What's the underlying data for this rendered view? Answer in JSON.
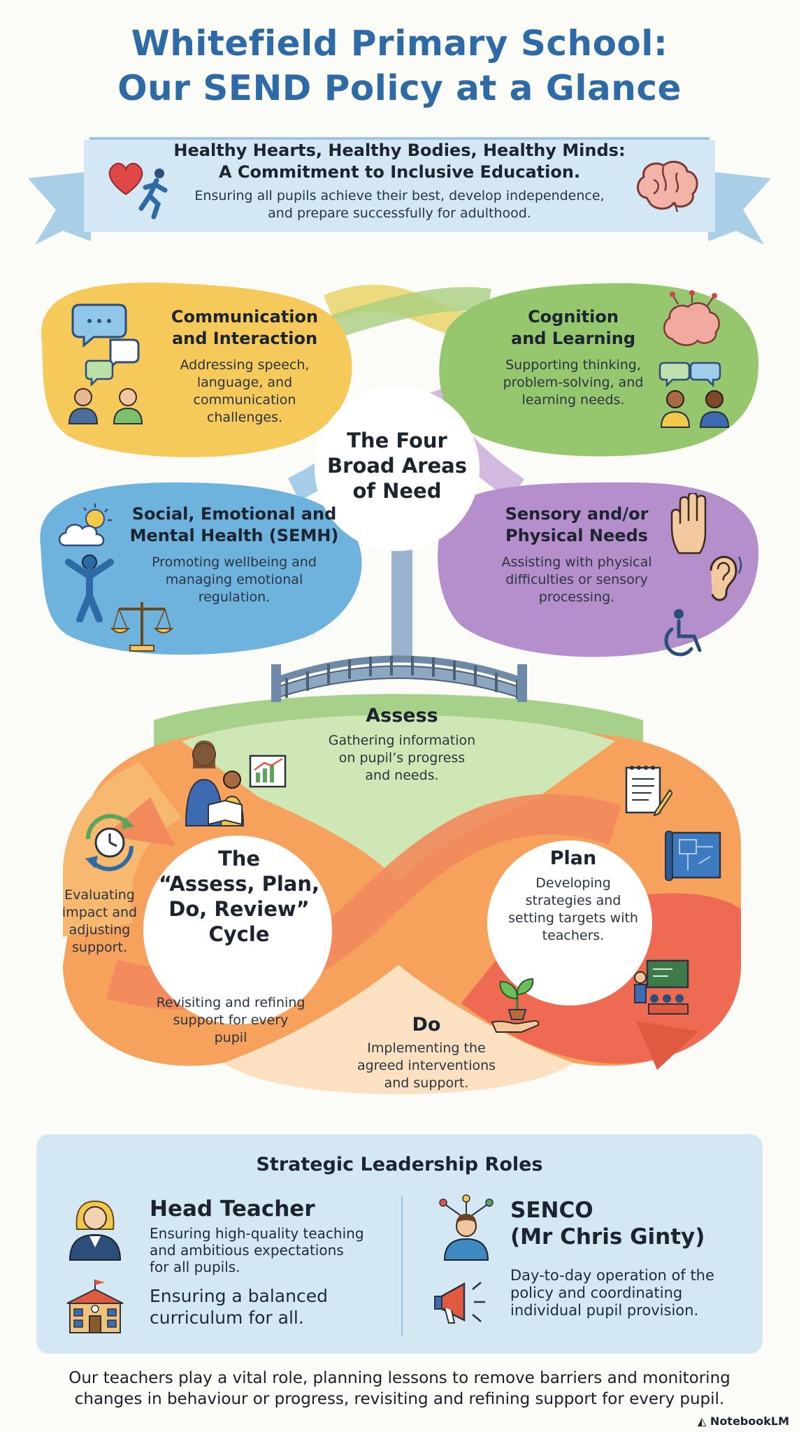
{
  "header": {
    "title_line1": "Whitefield Primary School:",
    "title_line2": "Our SEND Policy at a Glance"
  },
  "banner": {
    "heading_line1": "Healthy Hearts, Healthy Bodies, Healthy Minds:",
    "heading_line2": "A Commitment to Inclusive Education.",
    "text_line1": "Ensuring all pupils achieve their best, develop independence,",
    "text_line2": "and prepare successfully for adulthood."
  },
  "needs": {
    "center_line1": "The Four",
    "center_line2": "Broad Areas",
    "center_line3": "of Need",
    "communication": {
      "title_line1": "Communication",
      "title_line2": "and Interaction",
      "text_line1": "Addressing speech,",
      "text_line2": "language, and",
      "text_line3": "communication",
      "text_line4": "challenges.",
      "color": "#f5c95a"
    },
    "cognition": {
      "title_line1": "Cognition",
      "title_line2": "and Learning",
      "text_line1": "Supporting thinking,",
      "text_line2": "problem-solving, and",
      "text_line3": "learning needs.",
      "color": "#96c76f"
    },
    "semh": {
      "title_line1": "Social, Emotional and",
      "title_line2": "Mental Health (SEMH)",
      "text_line1": "Promoting wellbeing and",
      "text_line2": "managing emotional",
      "text_line3": "regulation.",
      "color": "#6db3de"
    },
    "sensory": {
      "title_line1": "Sensory and/or",
      "title_line2": "Physical Needs",
      "text_line1": "Assisting with physical",
      "text_line2": "difficulties or sensory",
      "text_line3": "processing.",
      "color": "#b58fcc"
    }
  },
  "cycle": {
    "center_line1": "The",
    "center_line2": "“Assess, Plan,",
    "center_line3": "Do, Review”",
    "center_line4": "Cycle",
    "assess": {
      "title": "Assess",
      "text_line1": "Gathering information",
      "text_line2": "on pupil’s progress",
      "text_line3": "and needs."
    },
    "plan": {
      "title": "Plan",
      "text_line1": "Developing",
      "text_line2": "strategies and",
      "text_line3": "setting targets with",
      "text_line4": "teachers."
    },
    "do": {
      "title": "Do",
      "text_line1": "Implementing the",
      "text_line2": "agreed interventions",
      "text_line3": "and support."
    },
    "review": {
      "text_line1": "Evaluating",
      "text_line2": "impact and",
      "text_line3": "adjusting",
      "text_line4": "support."
    },
    "refine": {
      "text_line1": "Revisiting and refining",
      "text_line2": "support for every",
      "text_line3": "pupil"
    }
  },
  "leadership": {
    "title": "Strategic Leadership Roles",
    "head_teacher": {
      "title": "Head Teacher",
      "text_line1": "Ensuring high-quality teaching",
      "text_line2": "and ambitious expectations",
      "text_line3": "for all pupils.",
      "text2_line1": "Ensuring a balanced",
      "text2_line2": "curriculum for all."
    },
    "senco": {
      "title_line1": "SENCO",
      "title_line2": "(Mr Chris Ginty)",
      "text_line1": "Day-to-day operation of the",
      "text_line2": "policy and coordinating",
      "text_line3": "individual pupil provision."
    }
  },
  "footer": {
    "line1": "Our teachers play a vital role, planning lessons to remove barriers and monitoring",
    "line2": "changes in behaviour or progress, revisiting and refining support for every pupil."
  },
  "brand": "NotebookLM"
}
